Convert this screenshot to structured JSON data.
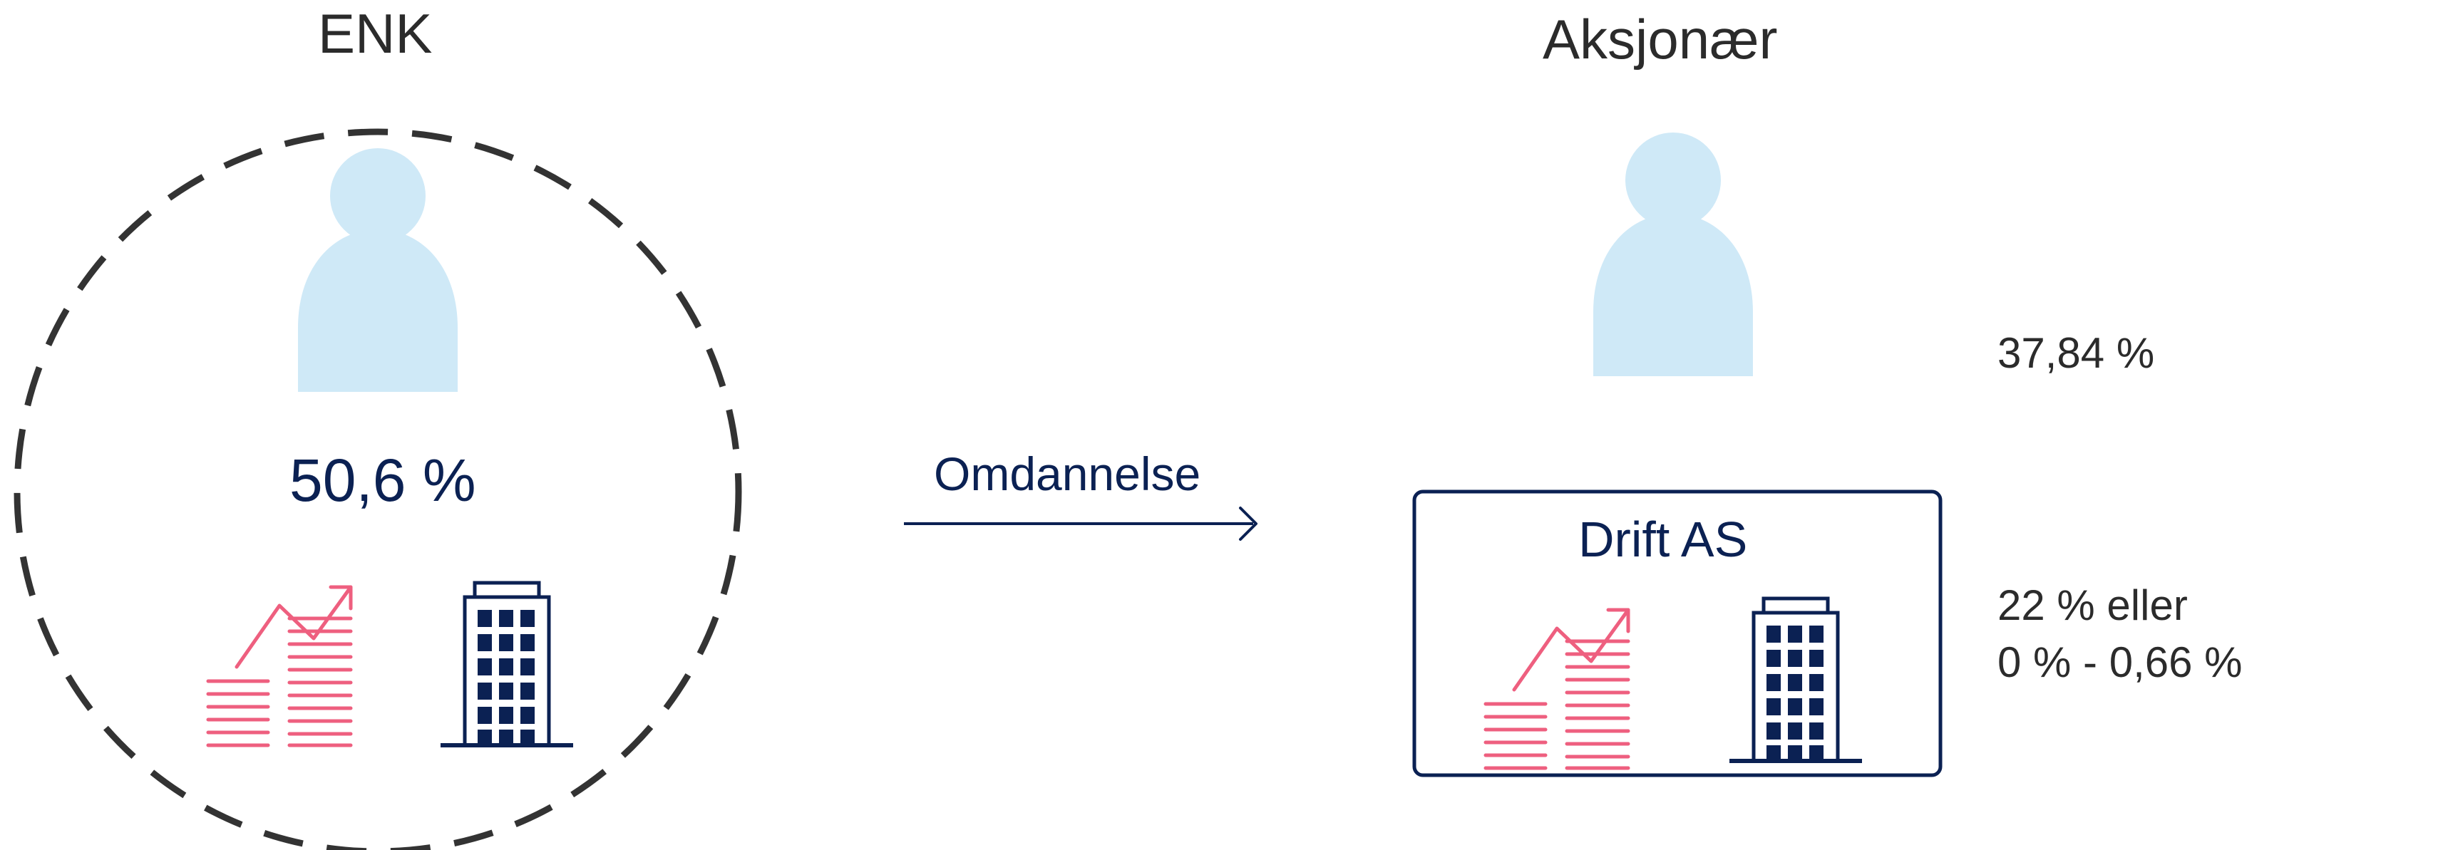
{
  "colors": {
    "navy": "#0b2153",
    "person": "#cfe9f7",
    "pink": "#ee5f7f",
    "dark_text": "#2b2b2b",
    "dashed_circle": "#333333"
  },
  "left": {
    "title": "ENK",
    "percentage": "50,6 %"
  },
  "arrow": {
    "label": "Omdannelse"
  },
  "right": {
    "title": "Aksjonær",
    "person_rate": "37,84 %",
    "company_name": "Drift AS",
    "company_rate_line1": "22 % eller",
    "company_rate_line2": "0 % - 0,66 %"
  },
  "icons": {
    "left_person": "person-icon",
    "left_growth": "growth-chart-icon",
    "left_building": "office-building-icon",
    "right_person": "person-icon",
    "right_growth": "growth-chart-icon",
    "right_building": "office-building-icon",
    "arrow": "arrow-right-icon"
  }
}
